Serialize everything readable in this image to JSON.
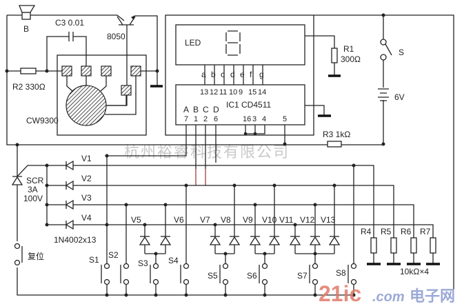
{
  "components": {
    "speaker": "B",
    "capacitor": "C3  0.01",
    "transistor": "8050",
    "r2": "R2  330Ω",
    "chip_module": "CW9300",
    "led": "LED",
    "r1_name": "R1",
    "r1_value": "300Ω",
    "switch": "S",
    "battery": "6V",
    "ic": "IC1   CD4511",
    "r3": "R3  1kΩ",
    "scr": [
      "SCR",
      "3A",
      "100V"
    ],
    "diode_type": "1N4002x13",
    "reset": "复位",
    "resistor_values": "10kΩ×4"
  },
  "segments": [
    "a",
    "b",
    "c",
    "d",
    "e",
    "f",
    "g"
  ],
  "segment_pins": [
    "13",
    "12",
    "11",
    "10",
    "9",
    "15",
    "14"
  ],
  "inputs": [
    {
      "name": "A",
      "pin": "7"
    },
    {
      "name": "B",
      "pin": "1"
    },
    {
      "name": "C",
      "pin": "2"
    },
    {
      "name": "D",
      "pin": "6"
    }
  ],
  "other_pins": [
    "16",
    "3",
    "4",
    "5"
  ],
  "diodes": [
    "V1",
    "V2",
    "V3",
    "V4",
    "V5",
    "V6",
    "V7",
    "V8",
    "V9",
    "V10",
    "V11",
    "V12",
    "V13"
  ],
  "switches": [
    "S1",
    "S2",
    "S3",
    "S4",
    "S5",
    "S6",
    "S7",
    "S8"
  ],
  "resistors": [
    "R4",
    "R5",
    "R6",
    "R7"
  ],
  "watermark": "杭州裕睿科技有限公司",
  "logo": {
    "main": "21ic",
    "cn": "电子网",
    "domain": ".com"
  }
}
